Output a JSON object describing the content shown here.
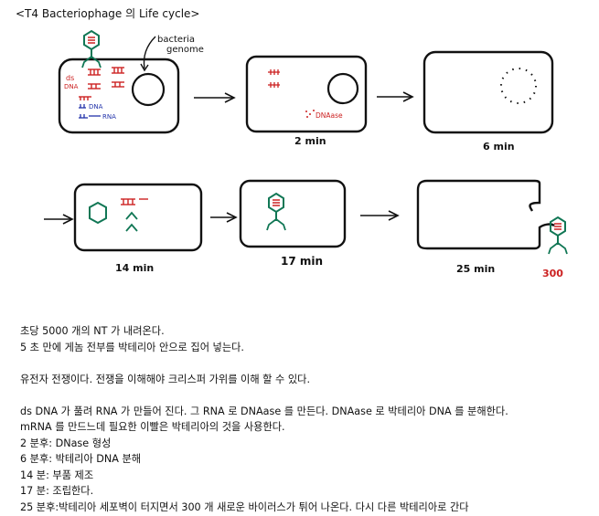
{
  "title": "<T4 Bacteriophage 의  Life cycle>",
  "diagram": {
    "labels": {
      "bacteria_genome_1": "bacteria",
      "bacteria_genome_2": "genome",
      "ds_1": "ds",
      "ds_2": "DNA",
      "dna": "DNA",
      "rna": "RNA",
      "dnaase": "DNAase"
    },
    "times": [
      "2 min",
      "6 min",
      "14 min",
      "17 min",
      "25 min"
    ],
    "count": "300"
  },
  "notes": [
    "초당 5000 개의 NT 가 내려온다.",
    "5 초 만에 게놈 전부를 박테리아 안으로 집어 넣는다.",
    "",
    "유전자 전쟁이다. 전쟁을 이해해야 크리스퍼 가위를 이해 할 수 있다.",
    "",
    "ds DNA 가 풀려 RNA 가 만들어 진다. 그 RNA 로 DNAase 를 만든다. DNAase 로 박테리아 DNA 를 분해한다.",
    "mRNA 를 만드느데 필요한 이빨은 박테리아의 것을 사용한다.",
    "2 분후: DNase 형성",
    "6 분후: 박테리아 DNA 분해",
    "14 분: 부품 제조",
    "17 분: 조립한다.",
    "25 분후:박테리아 세포벽이 터지면서 300 개  새로운 바이러스가 튀어 나온다. 다시 다른 박테리아로 간다"
  ]
}
